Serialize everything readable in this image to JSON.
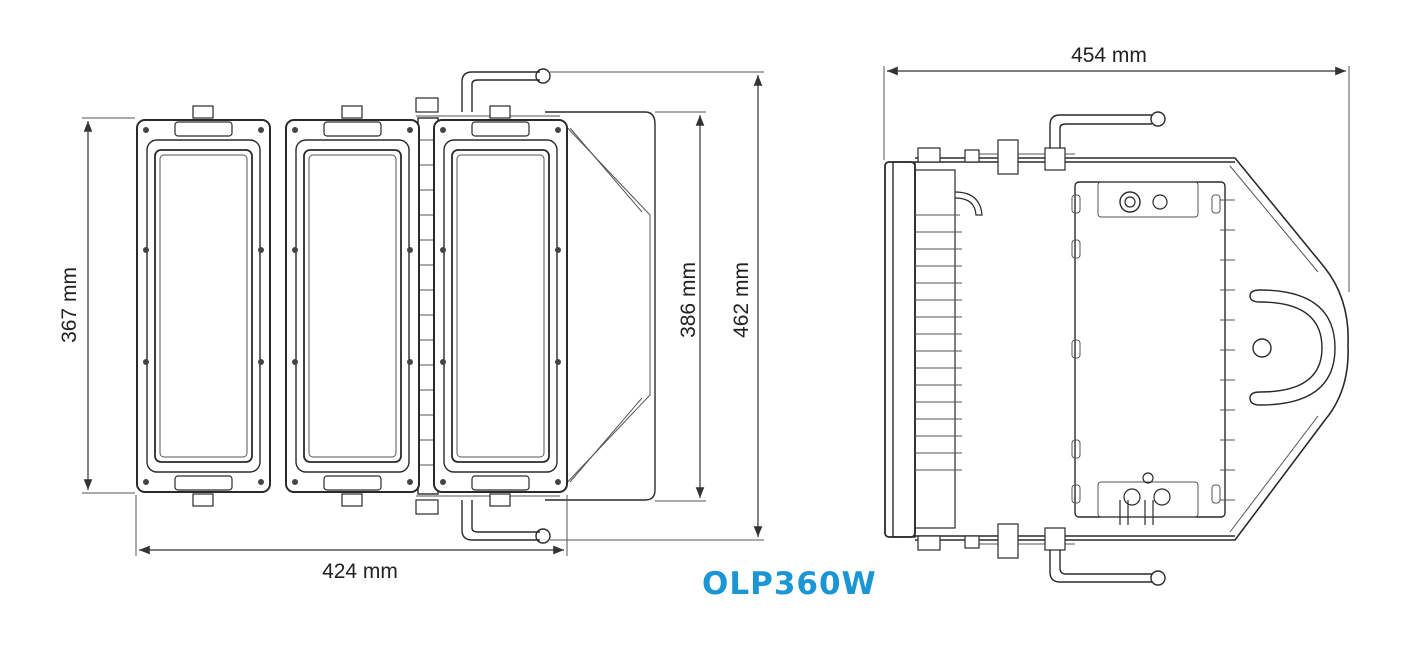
{
  "dimensions": {
    "front_height": "367 mm",
    "front_width": "424 mm",
    "bracket_height": "386 mm",
    "overall_height": "462 mm",
    "side_width": "454 mm"
  },
  "model": {
    "name": "OLP360W",
    "color": "#1a96d4"
  },
  "line_color": "#2a2a2a"
}
